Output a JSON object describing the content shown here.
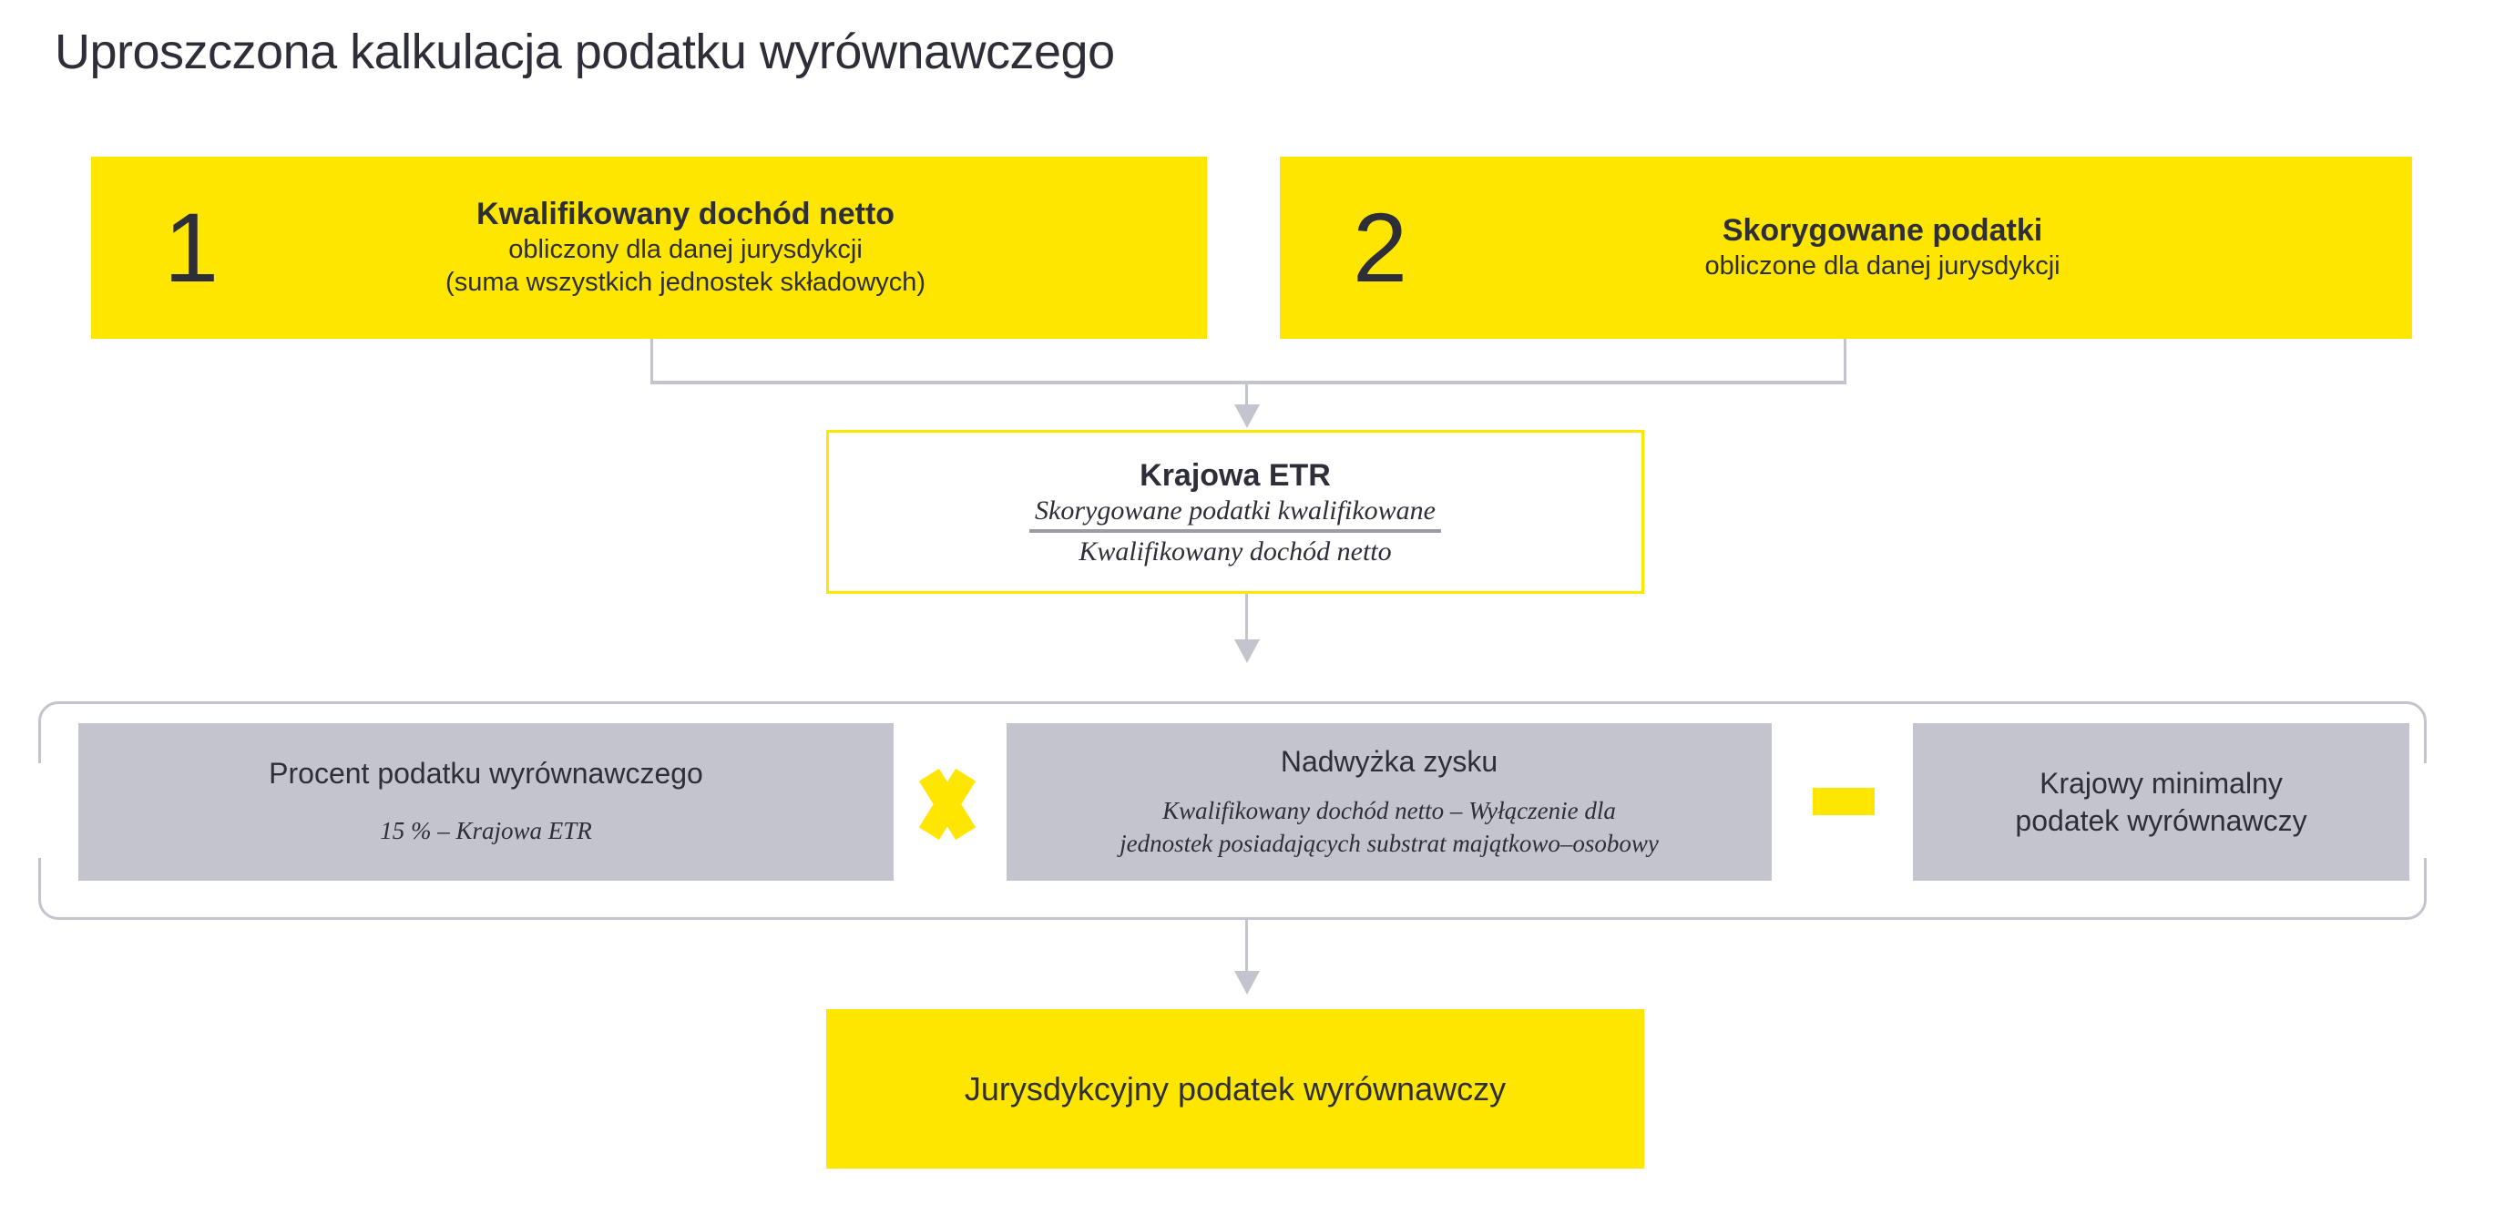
{
  "page": {
    "title": "Uproszczona kalkulacja podatku wyrównawczego"
  },
  "colors": {
    "brand_yellow": "#FFE600",
    "gray_box": "#C4C4CE",
    "connector_gray": "#C4C4CE",
    "text_dark": "#2E2E38",
    "white": "#FFFFFF"
  },
  "steps": [
    {
      "number": "1",
      "heading": "Kwalifikowany dochód netto",
      "sub_line_1": "obliczony dla danej jurysdykcji",
      "sub_line_2": "(suma wszystkich jednostek składowych)"
    },
    {
      "number": "2",
      "heading": "Skorygowane podatki",
      "sub_line_1": "obliczone dla danej jurysdykcji",
      "sub_line_2": ""
    }
  ],
  "etr": {
    "title": "Krajowa ETR",
    "numerator": "Skorygowane podatki kwalifikowane",
    "denominator": "Kwalifikowany dochód netto"
  },
  "formula": {
    "percent_box": {
      "heading": "Procent podatku wyrównawczego",
      "sub": "15 % – Krajowa ETR"
    },
    "multiply_symbol": "×",
    "excess_box": {
      "heading": "Nadwyżka zysku",
      "sub_line_1": "Kwalifikowany dochód netto – Wyłączenie dla",
      "sub_line_2": "jednostek posiadających substrat majątkowo–osobowy"
    },
    "minus_symbol": "–",
    "minimum_box": {
      "heading_line_1": "Krajowy minimalny",
      "heading_line_2": "podatek wyrównawczy"
    }
  },
  "result": {
    "label": "Jurysdykcyjny podatek wyrównawczy"
  }
}
